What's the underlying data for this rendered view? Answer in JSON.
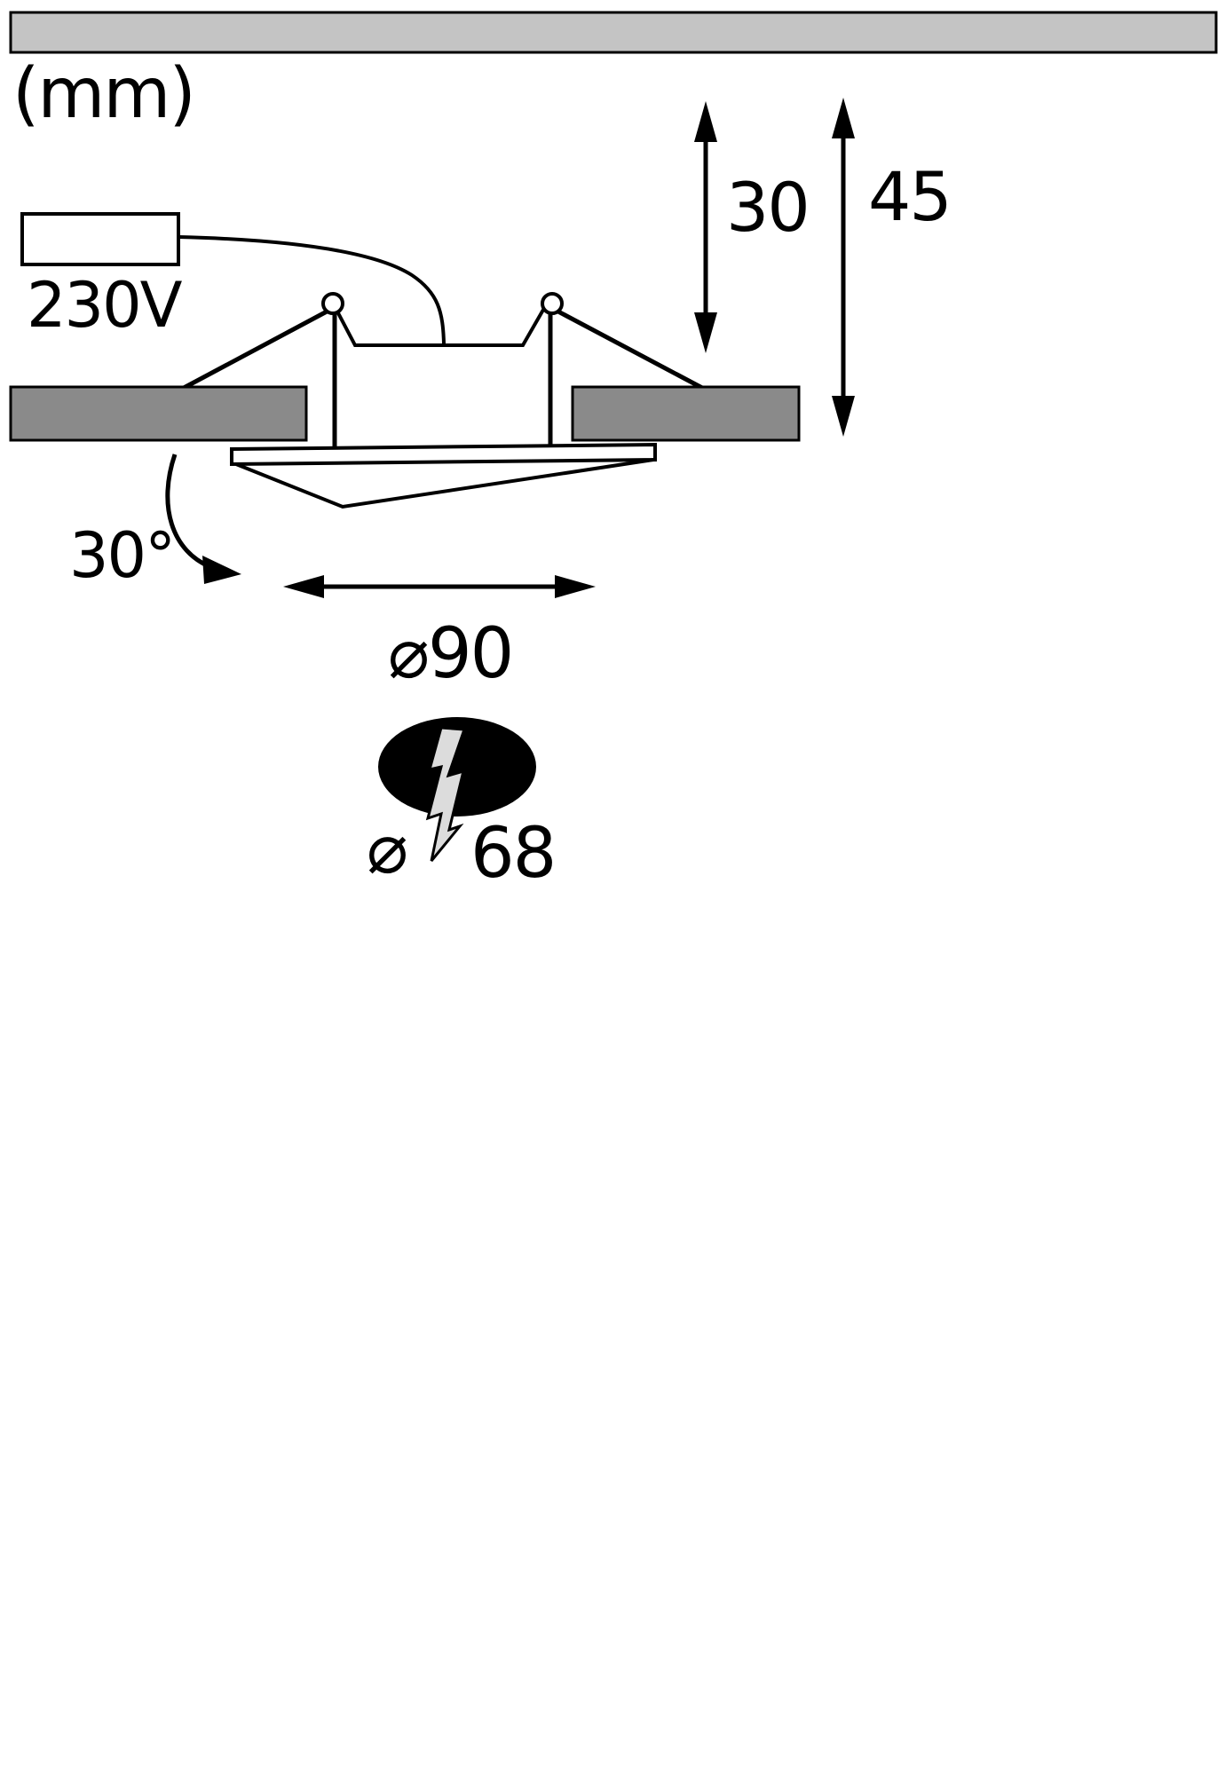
{
  "labels": {
    "unit": "(mm)",
    "voltage": "230V",
    "height_above_ceiling": "30",
    "total_height": "45",
    "tilt_angle": "30°",
    "outer_diameter": "⌀90",
    "cutout_symbol": "⌀",
    "cutout_value": "68"
  },
  "icons": {
    "cutout_marking": "lightning-bolt-icon"
  },
  "colors": {
    "ceiling_bar_fill": "#c4c4c4",
    "mounting_panel_fill": "#8a8a8a",
    "line": "#000000",
    "bolt_fill": "#dcdcdc",
    "cutout_ellipse_fill": "#000000"
  }
}
